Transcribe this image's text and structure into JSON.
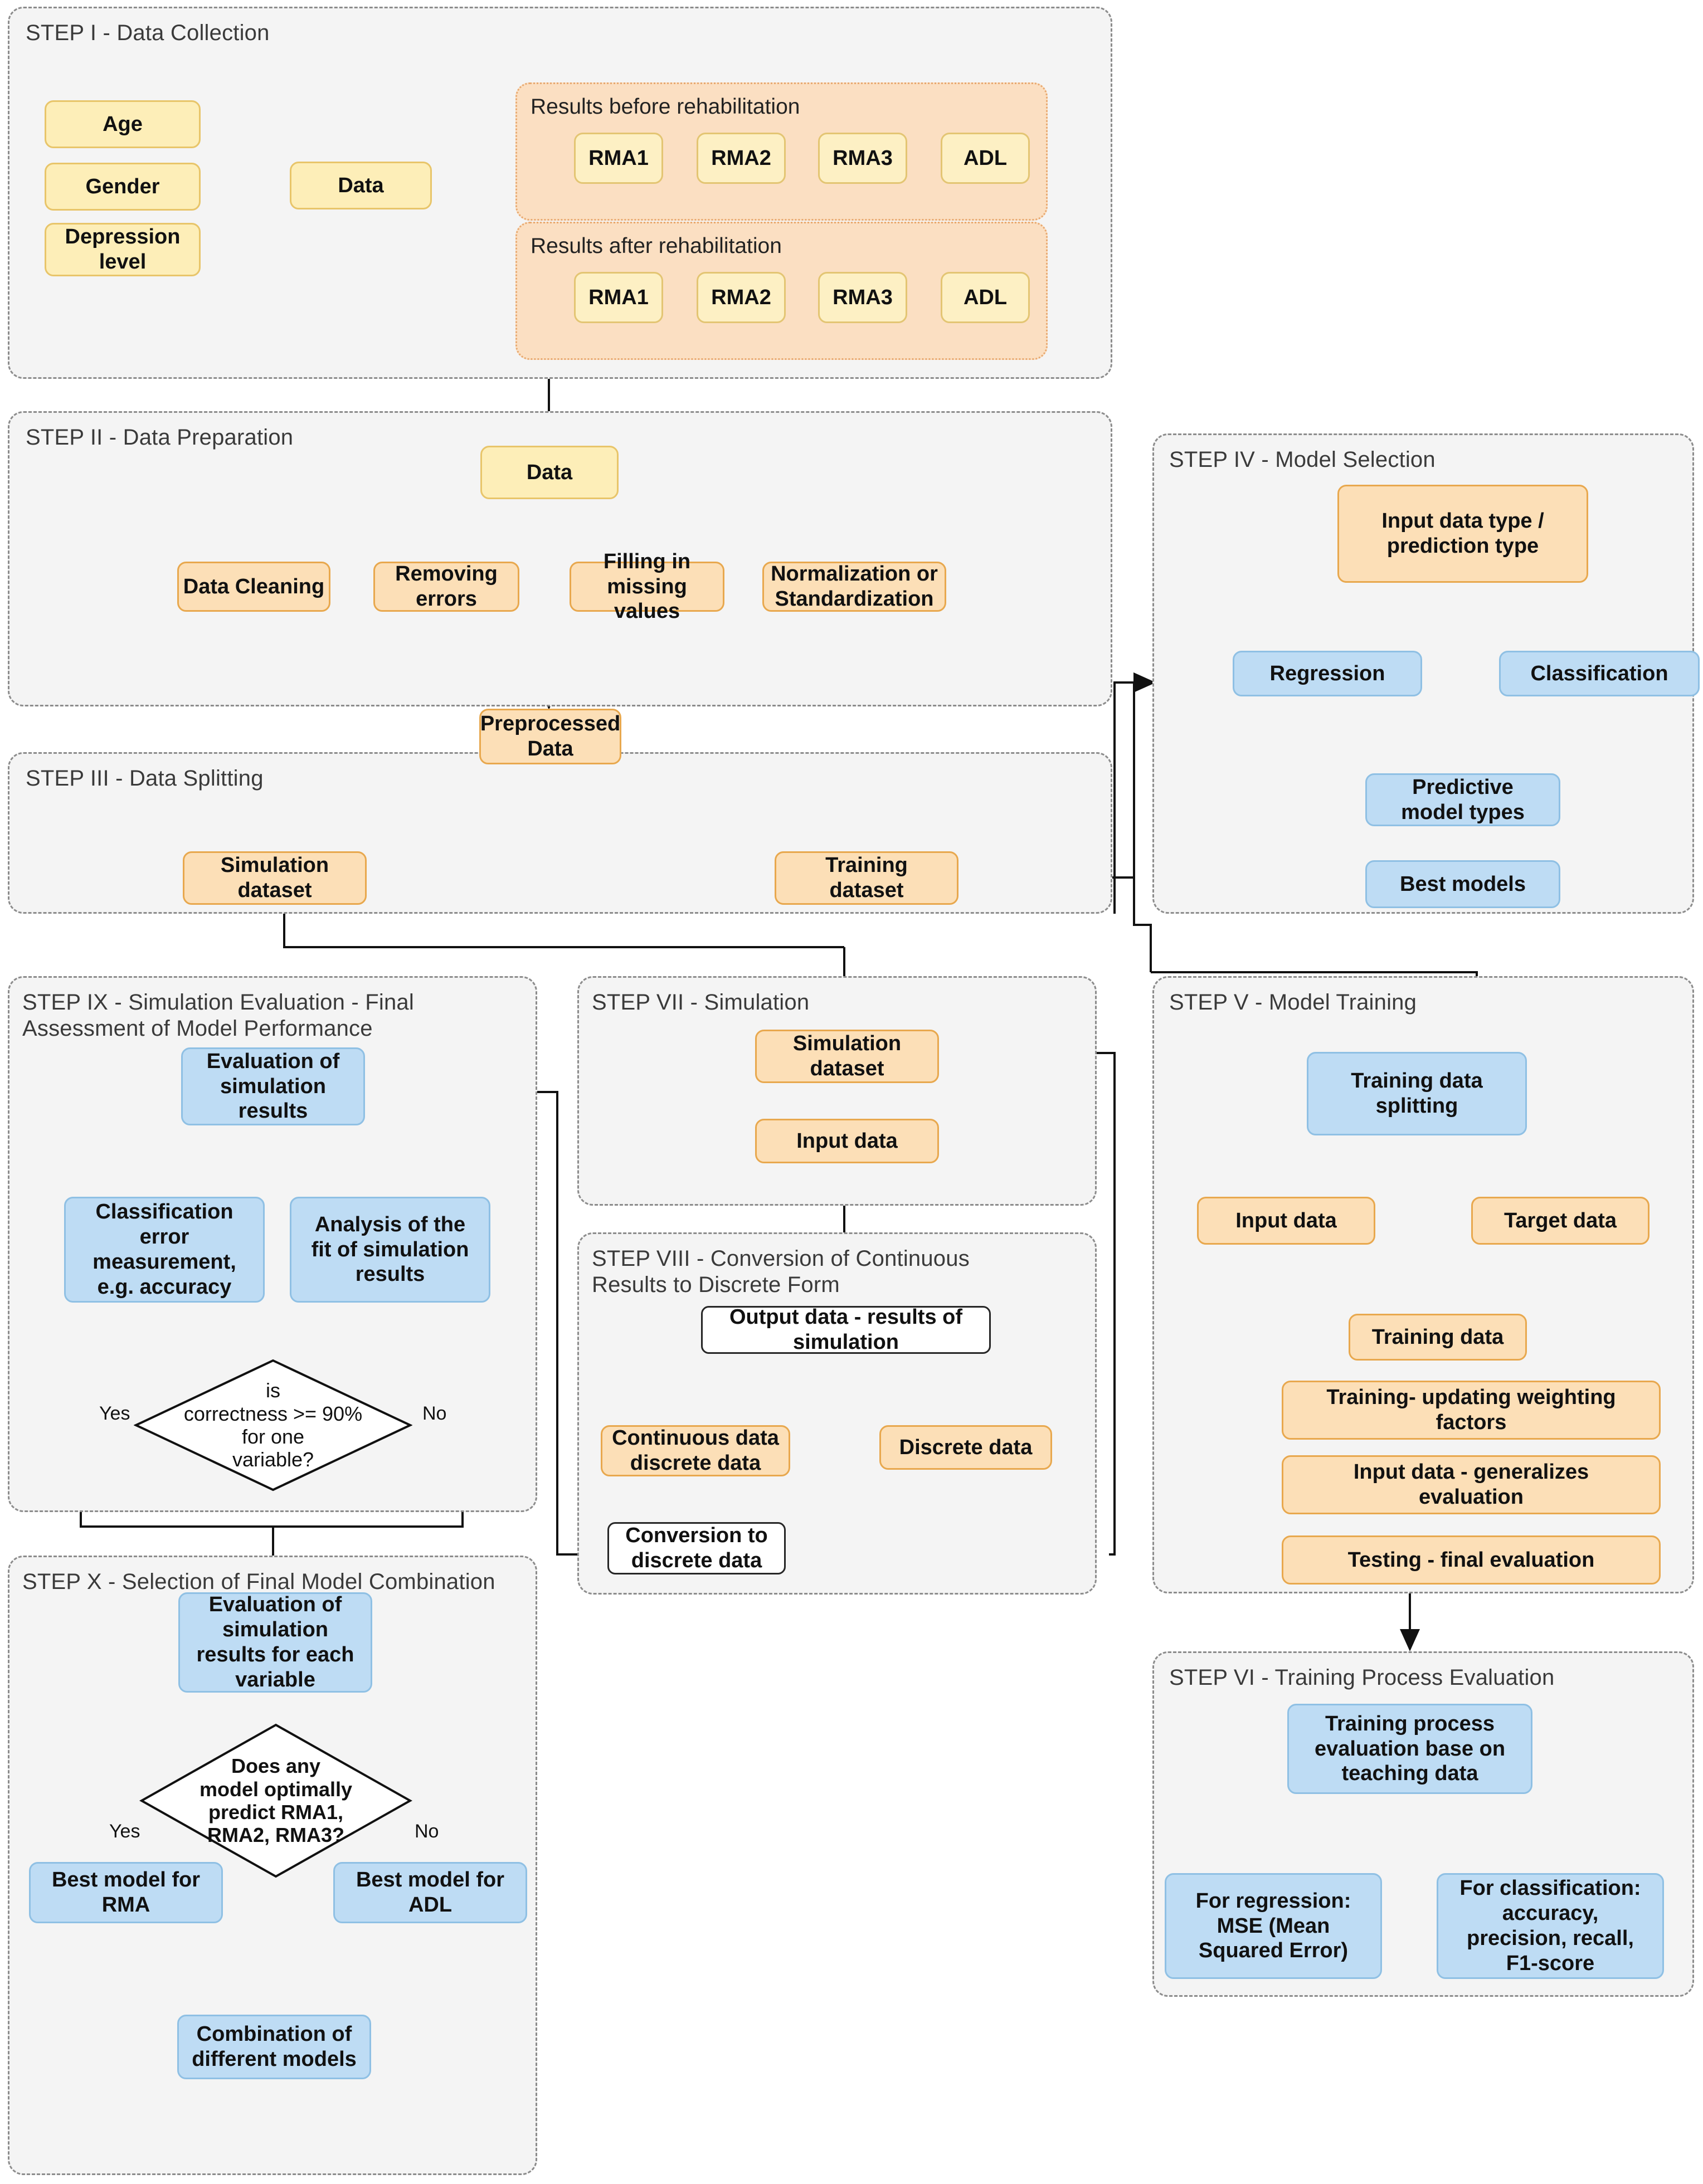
{
  "diagram": {
    "title": "Machine learning rehabilitation modelling workflow",
    "colors": {
      "group_bg": "#f4f4f4",
      "group_border": "#8c8c8c",
      "subgroup_fill": "#fbdfc2",
      "subgroup_border": "#e8a970",
      "yellow_fill": "#fdeeb8",
      "yellow_border": "#e8c56a",
      "peach_fill": "#fcdfb7",
      "peach_border": "#e8a84e",
      "blue_fill": "#bedcf4",
      "blue_border": "#8fc0e4",
      "white_fill": "#ffffff",
      "line": "#1a1a1a"
    }
  },
  "steps": {
    "step1": {
      "title": "STEP I - Data Collection",
      "inputs": [
        {
          "label": "Age"
        },
        {
          "label": "Gender"
        },
        {
          "label": "Depression\nlevel"
        }
      ],
      "data_node": "Data",
      "groups": [
        {
          "title": "Results before rehabilitation",
          "items": [
            "RMA1",
            "RMA2",
            "RMA3",
            "ADL"
          ]
        },
        {
          "title": "Results after rehabilitation",
          "items": [
            "RMA1",
            "RMA2",
            "RMA3",
            "ADL"
          ]
        }
      ]
    },
    "step2": {
      "title": "STEP II - Data Preparation",
      "data_node": "Data",
      "tasks": [
        "Data Cleaning",
        "Removing\nerrors",
        "Filling in\nmissing values",
        "Normalization or\nStandardization"
      ],
      "output": "Preprocessed\nData"
    },
    "step3": {
      "title": "STEP III - Data Splitting",
      "simulation": "Simulation\ndataset",
      "training": "Training\ndataset"
    },
    "step4": {
      "title": "STEP IV - Model Selection",
      "input": "Input data type /\nprediction type",
      "regression": "Regression",
      "classification": "Classification",
      "predictive": "Predictive\nmodel types",
      "best": "Best models"
    },
    "step5": {
      "title": "STEP V - Model Training",
      "splitting": "Training data\nsplitting",
      "input_data": "Input data",
      "target_data": "Target data",
      "training_data": "Training data",
      "rows": [
        "Training- updating weighting\nfactors",
        "Input data - generalizes\nevaluation",
        "Testing - final evaluation"
      ]
    },
    "step6": {
      "title": "STEP VI - Training Process Evaluation",
      "root": "Training process\nevaluation base on\nteaching data",
      "regression_metrics": "For regression:\nMSE (Mean\nSquared Error)",
      "classification_metrics": "For classification:\naccuracy,\nprecision, recall,\nF1-score"
    },
    "step7": {
      "title": "STEP VII - Simulation",
      "simulation_dataset": "Simulation\ndataset",
      "input_data": "Input data"
    },
    "step8": {
      "title": "STEP VIII - Conversion of Continuous\nResults to Discrete Form",
      "output": "Output data - results of\nsimulation",
      "continuous": "Continuous data\ndiscrete data",
      "discrete": "Discrete data",
      "conversion": "Conversion to\ndiscrete data"
    },
    "step9": {
      "title": "STEP IX - Simulation Evaluation - Final\nAssessment of Model Performance",
      "root": "Evaluation of\nsimulation\nresults",
      "left": "Classification\nerror\nmeasurement,\ne.g. accuracy",
      "right": "Analysis of the\nfit of simulation\nresults",
      "decision": "is\ncorrectness >= 90%\nfor one\nvariable?",
      "yes_label": "Yes",
      "no_label": "No"
    },
    "step10": {
      "title": "STEP X - Selection of Final Model Combination",
      "root": "Evaluation of\nsimulation\nresults for each\nvariable",
      "decision": "Does any\nmodel optimally\npredict RMA1,\nRMA2, RMA3?",
      "yes_label": "Yes",
      "no_label": "No",
      "best_rma": "Best model for\nRMA",
      "best_adl": "Best model for\nADL",
      "combination": "Combination of\ndifferent models"
    }
  }
}
